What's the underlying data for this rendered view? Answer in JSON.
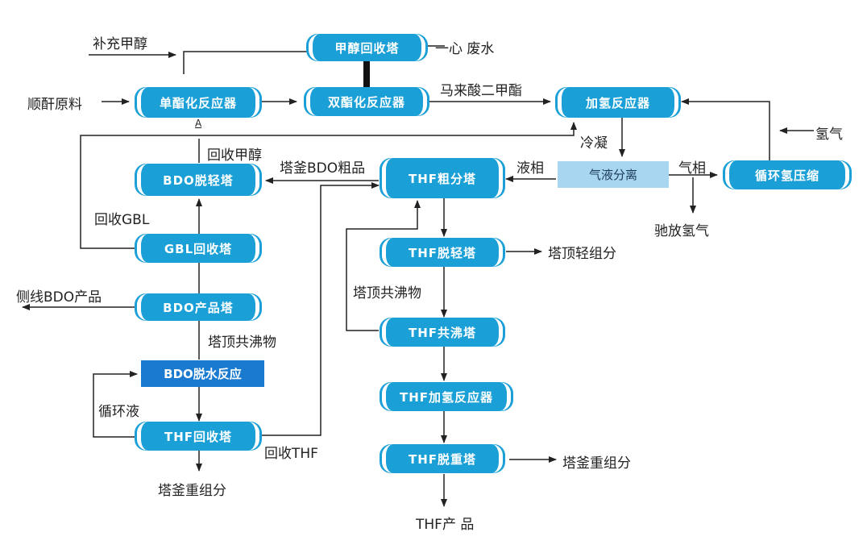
{
  "colors": {
    "vessel": "#1a9fd6",
    "reactor_box": "#1a7ad0",
    "separator_box": "#a8d6f0",
    "line": "#222222"
  },
  "units": {
    "methanol_recovery_tower": "甲醇回收塔",
    "mono_ester_reactor": "单酯化反应器",
    "di_ester_reactor": "双酯化反应器",
    "hydrogenation_reactor": "加氢反应器",
    "gas_liquid_separator": "气液分离",
    "hydrogen_compressor": "循环氢压缩",
    "bdo_light_tower": "BDO脱轻塔",
    "thf_crude_tower": "THF粗分塔",
    "gbl_recovery_tower": "GBL回收塔",
    "bdo_product_tower": "BDO产品塔",
    "bdo_dehydration_reactor": "BDO脱水反应",
    "thf_recovery_tower": "THF回收塔",
    "thf_light_tower": "THF脱轻塔",
    "thf_azeotrope_tower": "THF共沸塔",
    "thf_hydrogenation_reactor": "THF加氢反应器",
    "thf_heavy_tower": "THF脱重塔"
  },
  "labels": {
    "makeup_methanol": "补充甲醇",
    "waste_water": "一心 废水",
    "maleic_anhydride_feed": "顺酐原料",
    "marker_a": "A",
    "dimethyl_maleate": "马来酸二甲酯",
    "hydrogen": "氢气",
    "condense": "冷凝",
    "recovered_methanol": "回收甲醇",
    "crude_bdo_bottoms": "塔釜BDO粗品",
    "liquid_phase": "液相",
    "gas_phase": "气相",
    "purge_hydrogen": "驰放氢气",
    "recovered_gbl": "回收GBL",
    "overhead_light_components": "塔顶轻组分",
    "side_draw_bdo": "侧线BDO产品",
    "overhead_azeotrope_left": "塔顶共沸物",
    "overhead_azeotrope_right": "塔顶共沸物",
    "recycle_liquid": "循环液",
    "recovered_thf": "回收THF",
    "bottoms_heavy_left": "塔釜重组分",
    "bottoms_heavy_right": "塔釜重组分",
    "thf_product": "THF产 品"
  }
}
